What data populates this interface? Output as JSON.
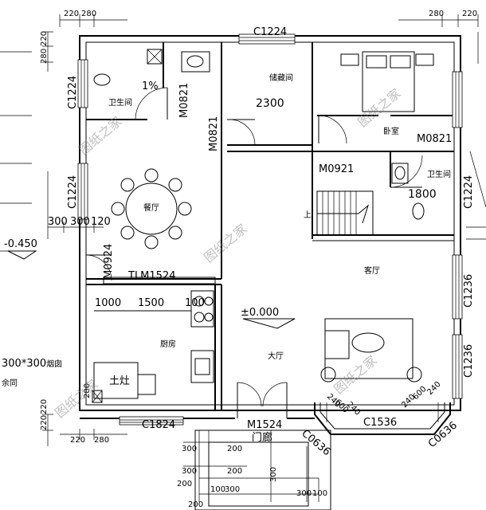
{
  "rooms": {
    "bathroom_left": "卫生间",
    "storage": "储藏间",
    "bedroom": "卧室",
    "bathroom_right": "卫生间",
    "dining": "餐厅",
    "living": "客厅",
    "kitchen": "厨房",
    "hall": "大厅",
    "porch": "门廊",
    "stove": "土灶",
    "stairs_up": "上"
  },
  "dimensions": {
    "top_left_220": "220",
    "top_left_280": "280",
    "top_right_280": "280",
    "top_right_220": "220",
    "left_220": "220",
    "left_280": "280",
    "storage_2300": "2300",
    "bath_1800": "1800",
    "s300a": "300",
    "s300b": "300",
    "s120": "120",
    "k1000": "1000",
    "k1500": "1500",
    "k100": "100",
    "bottom_220": "220",
    "bottom_280": "280",
    "bottom_220b": "220",
    "p300a": "300",
    "p200a": "200",
    "p200b": "200",
    "p300b": "300",
    "p200c": "200",
    "p100": "100",
    "p300c": "300",
    "p300d": "300",
    "p300e": "300",
    "p100b": "100",
    "p200d": "200",
    "left_220b": "220",
    "left_280b": "280",
    "bay_240a": "240",
    "bay_600a": "600",
    "bay_240b": "240",
    "bay_240c": "240",
    "bay_600b": "600",
    "bay_240d": "240"
  },
  "labels": {
    "window_top": "C1224",
    "window_bath_left": "C1224",
    "window_dining": "C1224",
    "window_bedroom_right": "C1224",
    "door_bath": "M0821",
    "door_storage": "M0821",
    "door_bedroom": "M0821",
    "door_bath_right": "M0921",
    "window_living_a": "C1236",
    "window_living_b": "C1236",
    "door_tlm": "TLM1524",
    "door_m0924": "M0924",
    "window_kitchen": "C1824",
    "door_main": "M1524",
    "window_bay": "C1536",
    "window_corner_left": "C0636",
    "window_corner_right": "C0636",
    "elev_inside": "±0.000",
    "elev_outside": "-0.450",
    "slope": "1%",
    "chimney": "300*300",
    "chimney_tail": "烟囱",
    "misc": "余同"
  },
  "watermark": "图纸之家"
}
